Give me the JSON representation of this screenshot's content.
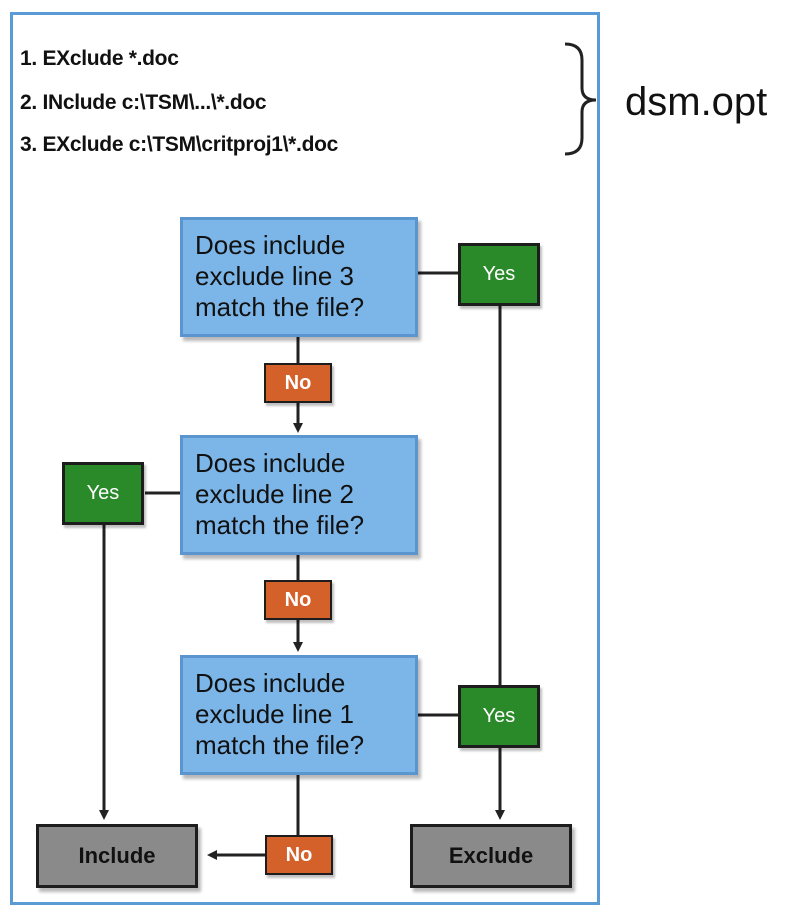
{
  "rules": [
    "1. EXclude *.doc",
    "2. INclude c:\\TSM\\...\\*.doc",
    "3. EXclude c:\\TSM\\critproj1\\*.doc"
  ],
  "file_label": "dsm.opt",
  "decisions": [
    {
      "lines": [
        "Does include",
        "exclude line 3",
        "match the file?"
      ]
    },
    {
      "lines": [
        "Does include",
        "exclude line 2",
        "match the file?"
      ]
    },
    {
      "lines": [
        "Does include",
        "exclude line 1",
        "match the file?"
      ]
    }
  ],
  "labels": {
    "yes": "Yes",
    "no": "No"
  },
  "outcomes": {
    "include": "Include",
    "exclude": "Exclude"
  },
  "colors": {
    "decision_fill": "#7cb6e8",
    "yes_fill": "#2a8a2a",
    "no_fill": "#d4602a",
    "outcome_fill": "#8a8a8a",
    "frame_border": "#5b9bd5"
  }
}
